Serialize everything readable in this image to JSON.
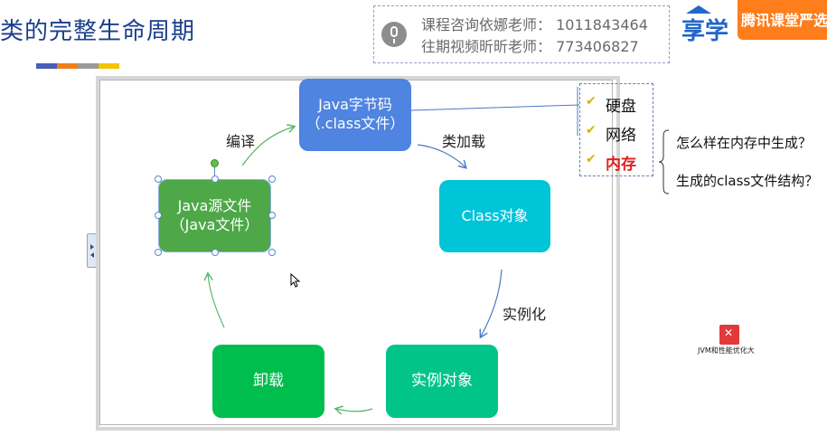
{
  "header": {
    "title": "类的完整生命周期",
    "accent_colors": [
      "#4a5bb8",
      "#f07e1e",
      "#9a9a9a",
      "#f5c400"
    ]
  },
  "contact": {
    "line1": "课程咨询依娜老师： 1011843464",
    "line2": "往期视频昕昕老师： 773406827"
  },
  "logos": {
    "xuexue_text": "享学",
    "tencent_text": "腾讯课堂严选"
  },
  "diagram": {
    "bytecode": "Java字节码\n（.class文件）",
    "class_object": "Class对象",
    "instance_object": "实例对象",
    "unload": "卸载",
    "source_file": "Java源文件\n（Java文件）",
    "edge_compile": "编译",
    "edge_load": "类加载",
    "edge_instantiate": "实例化"
  },
  "storage_options": [
    {
      "label": "硬盘",
      "checked": true,
      "highlight": false
    },
    {
      "label": "网络",
      "checked": true,
      "highlight": false
    },
    {
      "label": "内存",
      "checked": true,
      "highlight": true
    }
  ],
  "questions": [
    "怎么样在内存中生成？",
    "生成的class文件结构？"
  ],
  "desktop_file": {
    "label": "JVM和性能优化大",
    "icon": "pdf-file-icon"
  }
}
